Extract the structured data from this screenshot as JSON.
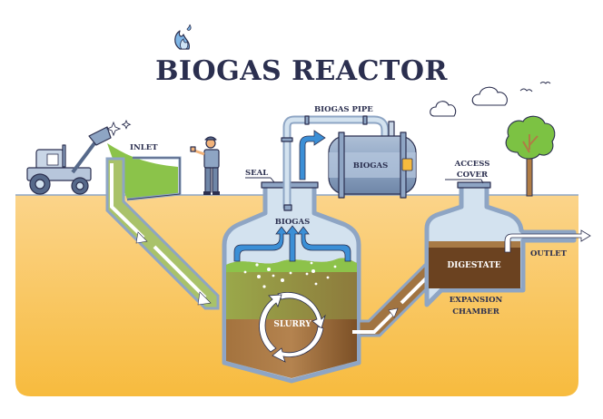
{
  "title": "BIOGAS REACTOR",
  "labels": {
    "inlet": "INLET",
    "biogas_pipe": "BIOGAS PIPE",
    "seal": "SEAL",
    "biogas_tank": "BIOGAS",
    "biogas_dome": "BIOGAS",
    "slurry": "SLURRY",
    "access_cover_line1": "ACCESS",
    "access_cover_line2": "COVER",
    "digestate": "DIGESTATE",
    "outlet": "OUTLET",
    "expansion_line1": "EXPANSION",
    "expansion_line2": "CHAMBER"
  },
  "icons": {
    "title_icon": "flame-icon",
    "tractor": "tractor-icon",
    "worker": "worker-icon",
    "tree": "tree-icon",
    "clouds": "cloud-icon",
    "birds": "bird-icon",
    "sparkles": "sparkle-icon",
    "cycle": "cycle-arrows-icon"
  },
  "colors": {
    "ground": "#f8c766",
    "outline": "#2b2f4f",
    "steel": "#8ea5c4",
    "glass": "#d3e2ef",
    "biomass_green": "#8bc34a",
    "slurry_brown": "#8a5a30",
    "digestate_brown": "#6b4220",
    "arrow_blue": "#3b8fd6"
  }
}
